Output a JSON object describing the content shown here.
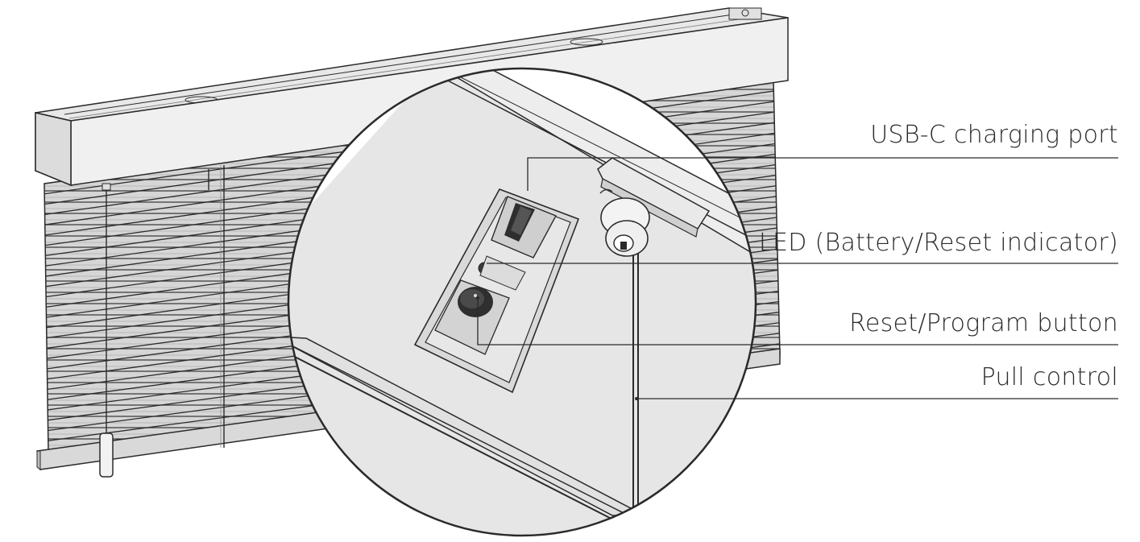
{
  "diagram": {
    "subject": "motorized-blind-with-zoom-detail",
    "colors": {
      "line": "#2a2a2a",
      "fill_light": "#e4e4e4",
      "fill_mid": "#cfcfcf",
      "fill_dark": "#3a3a3a",
      "background": "#ffffff"
    },
    "callouts": [
      {
        "id": "usb-c-port",
        "label": "USB-C charging port"
      },
      {
        "id": "led-indicator",
        "label": "LED (Battery/Reset indicator)"
      },
      {
        "id": "reset-button",
        "label": "Reset/Program button"
      },
      {
        "id": "pull-control",
        "label": "Pull control"
      }
    ]
  }
}
